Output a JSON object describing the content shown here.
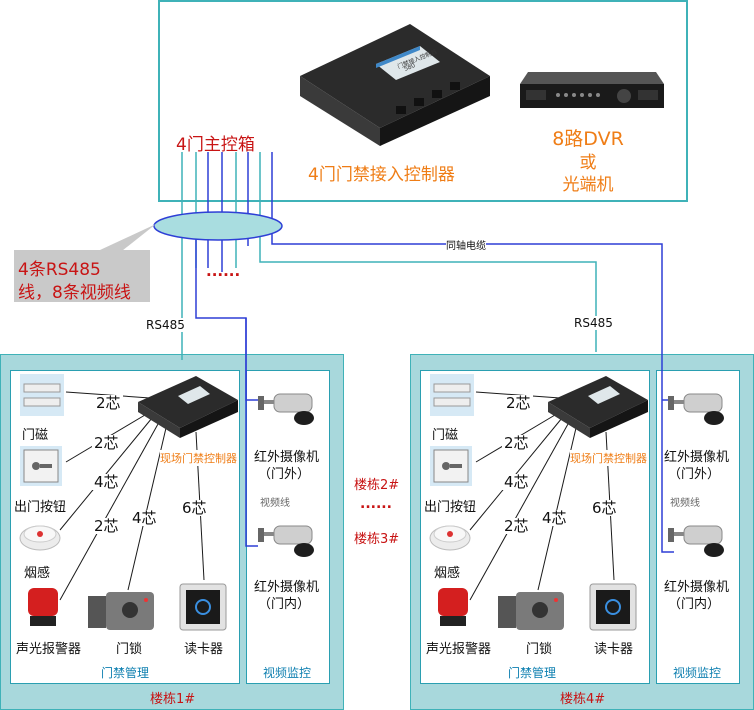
{
  "top": {
    "main_box_label": "4门主控箱",
    "controller_label": "4门门禁接入控制器",
    "controller_screen": "门禁接入控制器",
    "controller_screen_num": "580",
    "dvr_line1": "8路DVR",
    "dvr_line2": "或",
    "dvr_line3": "光端机",
    "dots": "......"
  },
  "callout": {
    "line1": "4条RS485",
    "line2": "线，8条视频线"
  },
  "coax_label": "同轴电缆",
  "rs485_left": "RS485",
  "rs485_right": "RS485",
  "middle": {
    "building2": "楼栋2#",
    "dots": "......",
    "building3": "楼栋3#"
  },
  "buildings": [
    {
      "name": "楼栋1#",
      "access_title": "门禁管理",
      "video_title": "视频监控",
      "controller_label": "现场门禁控制器",
      "devices": {
        "door_sensor": "门磁",
        "exit_button": "出门按钮",
        "smoke": "烟感",
        "alarm": "声光报警器",
        "lock": "门锁",
        "reader": "读卡器"
      },
      "cores": [
        "2芯",
        "2芯",
        "4芯",
        "2芯",
        "4芯",
        "6芯"
      ],
      "cam_out": [
        "红外摄像机",
        "（门外）"
      ],
      "cam_in": [
        "红外摄像机",
        "（门内）"
      ],
      "video_line": "视频线"
    },
    {
      "name": "楼栋4#",
      "access_title": "门禁管理",
      "video_title": "视频监控",
      "controller_label": "现场门禁控制器",
      "devices": {
        "door_sensor": "门磁",
        "exit_button": "出门按钮",
        "smoke": "烟感",
        "alarm": "声光报警器",
        "lock": "门锁",
        "reader": "读卡器"
      },
      "cores": [
        "2芯",
        "2芯",
        "4芯",
        "2芯",
        "4芯",
        "6芯"
      ],
      "cam_out": [
        "红外摄像机",
        "（门外）"
      ],
      "cam_in": [
        "红外摄像机",
        "（门内）"
      ],
      "video_line": "视频线"
    }
  ],
  "colors": {
    "teal": "#3fb2b8",
    "blue_line": "#2e3fd6",
    "red": "#c81414",
    "orange": "#ef7d16"
  }
}
